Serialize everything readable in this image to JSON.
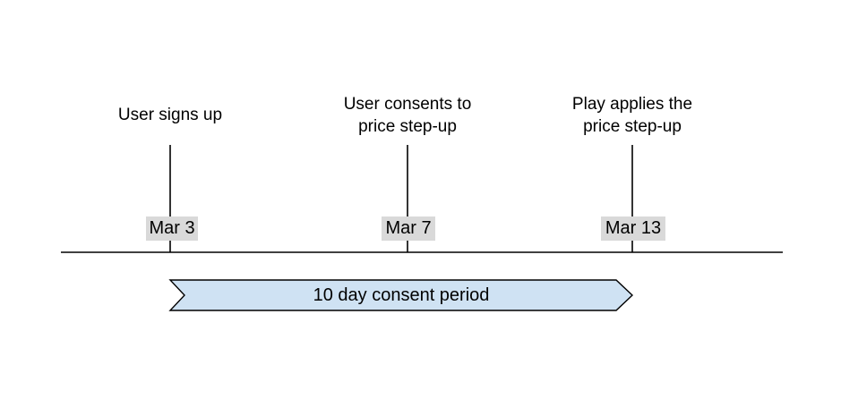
{
  "events": [
    {
      "label": "User signs up",
      "date": "Mar 3"
    },
    {
      "label": "User consents to\nprice step-up",
      "date": "Mar 7"
    },
    {
      "label": "Play applies the\nprice step-up",
      "date": "Mar 13"
    }
  ],
  "period": {
    "label": "10 day consent period",
    "fill": "#cfe2f3",
    "stroke": "#000000"
  }
}
